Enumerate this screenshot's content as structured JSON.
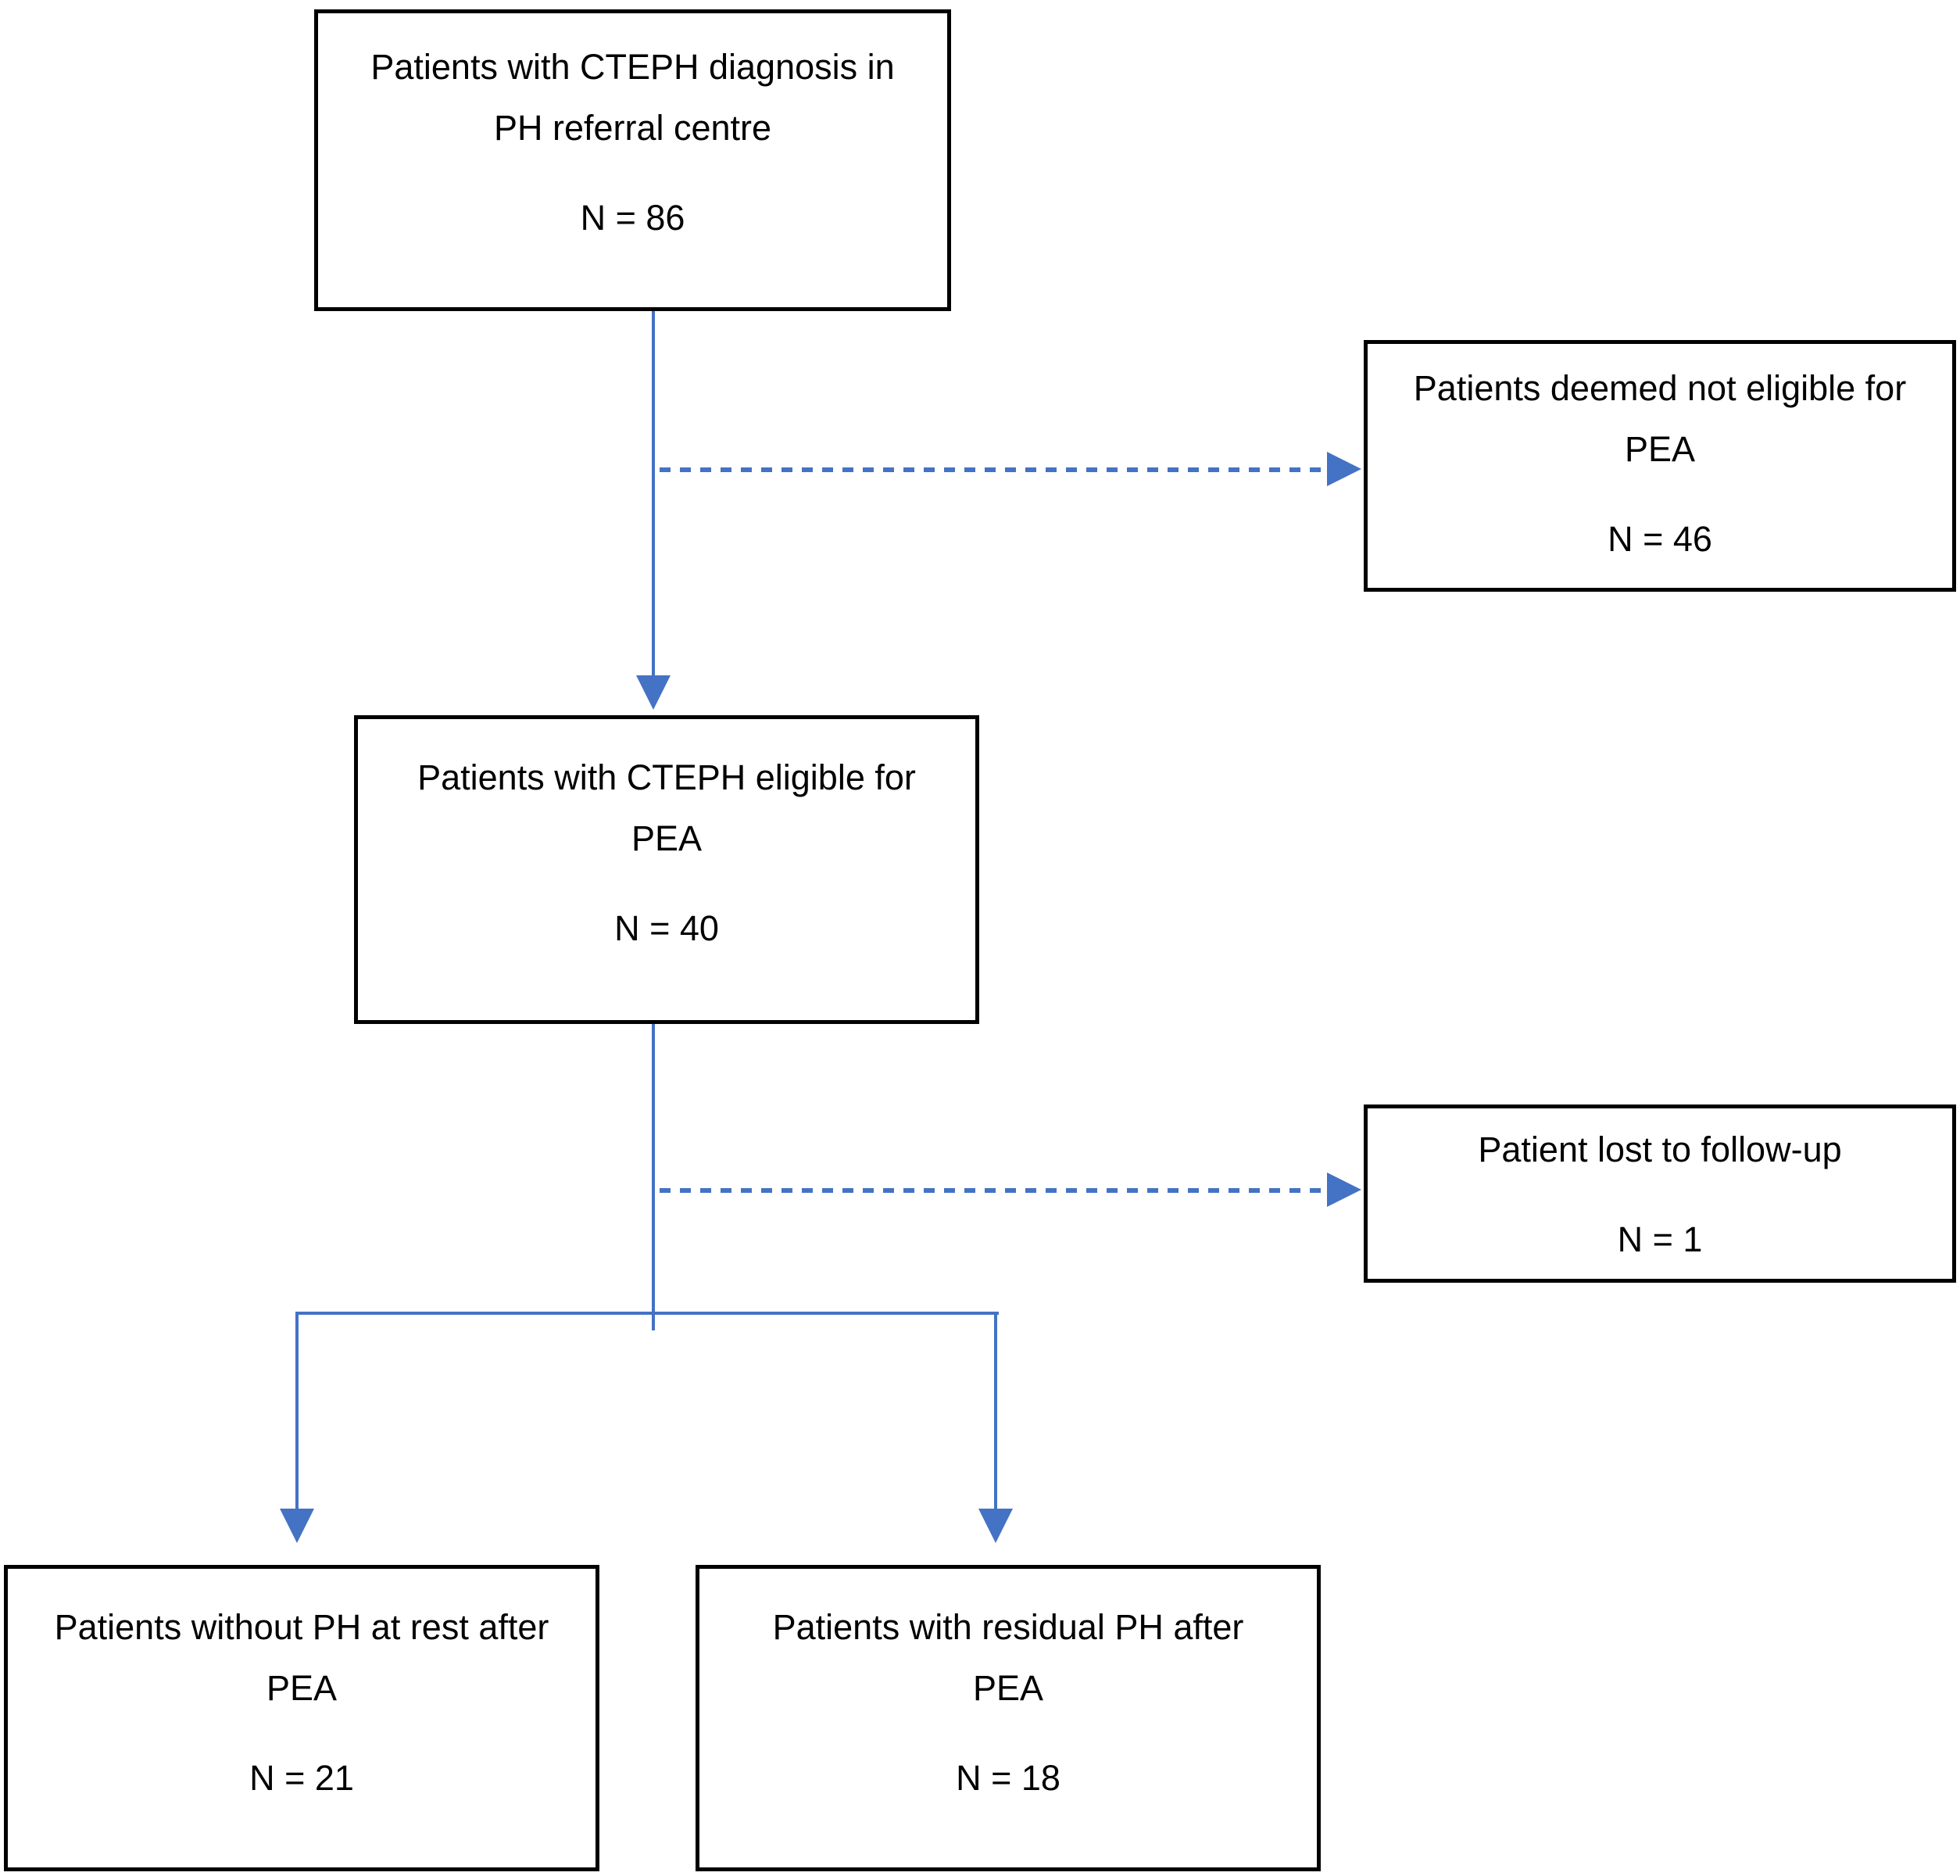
{
  "diagram": {
    "title": "CTEPH patient flow diagram",
    "background_color": "#ffffff",
    "box_border_color": "#000000",
    "connector_color": "#4472C4",
    "nodes": [
      {
        "id": "cteph-diagnosis",
        "lines": [
          "Patients with CTEPH diagnosis in",
          "PH referral centre"
        ],
        "n": "N = 86"
      },
      {
        "id": "not-eligible-pea",
        "lines": [
          "Patients deemed not eligible for",
          "PEA"
        ],
        "n": "N = 46"
      },
      {
        "id": "eligible-pea",
        "lines": [
          "Patients with CTEPH eligible for",
          "PEA"
        ],
        "n": "N = 40"
      },
      {
        "id": "lost-follow-up",
        "lines": [
          "Patient lost to follow-up"
        ],
        "n": "N = 1"
      },
      {
        "id": "without-ph",
        "lines": [
          "Patients without PH at rest after",
          "PEA"
        ],
        "n": "N = 21"
      },
      {
        "id": "residual-ph",
        "lines": [
          "Patients with residual PH after",
          "PEA"
        ],
        "n": "N = 18"
      }
    ],
    "edges": [
      {
        "from": "cteph-diagnosis",
        "to": "eligible-pea",
        "style": "solid",
        "direction": "down"
      },
      {
        "from": "cteph-diagnosis",
        "to": "not-eligible-pea",
        "style": "dashed",
        "direction": "right"
      },
      {
        "from": "eligible-pea",
        "to": "lost-follow-up",
        "style": "dashed",
        "direction": "right"
      },
      {
        "from": "eligible-pea",
        "to": "without-ph",
        "style": "solid",
        "direction": "down"
      },
      {
        "from": "eligible-pea",
        "to": "residual-ph",
        "style": "solid",
        "direction": "down"
      }
    ]
  }
}
